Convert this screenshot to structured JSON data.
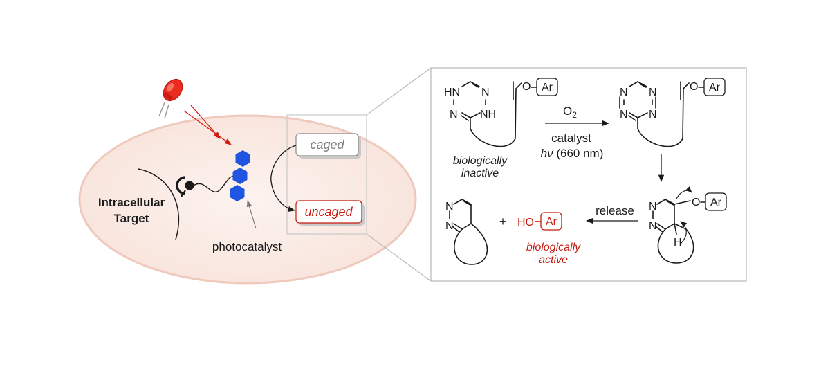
{
  "cell": {
    "target_label_line1": "Intracellular",
    "target_label_line2": "Target",
    "photocatalyst_label": "photocatalyst",
    "caged_label": "caged",
    "uncaged_label": "uncaged"
  },
  "scheme": {
    "atoms": {
      "HN": "HN",
      "N": "N",
      "NH": "NH",
      "O": "O",
      "Ar": "Ar",
      "H": "H",
      "HO": "HO"
    },
    "reagent_main": "O",
    "reagent_sub": "2",
    "catalyst_label": "catalyst",
    "hv_symbol": "hν",
    "wavelength": " (660 nm)",
    "release_label": "release",
    "plus_sign": "+",
    "inactive_line1": "biologically",
    "inactive_line2": "inactive",
    "active_line1": "biologically",
    "active_line2": "active"
  },
  "colors": {
    "cell_fill": "#f9e9e3",
    "cell_stroke": "#efc9bb",
    "photocatalyst_blue": "#1f55e0",
    "active_red": "#c41a0e",
    "caged_gray": "#7a7a7a"
  },
  "icons": {
    "led": "red-led-icon",
    "receptor": "receptor-icon",
    "photocatalyst": "hexagon-photocatalyst-icon"
  }
}
